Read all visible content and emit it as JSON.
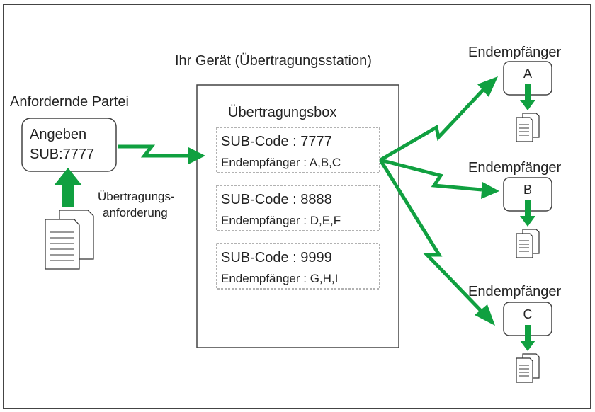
{
  "requesting_party": {
    "title": "Anfordernde Partei",
    "line1": "Angeben",
    "line2": "SUB:7777",
    "request_line1": "Übertragungs-",
    "request_line2": "anforderung"
  },
  "device": {
    "title": "Ihr Gerät (Übertragungsstation)",
    "box_title": "Übertragungsbox",
    "entries": [
      {
        "sub_code": "SUB-Code : 7777",
        "recipients": "Endempfänger : A,B,C"
      },
      {
        "sub_code": "SUB-Code : 8888",
        "recipients": "Endempfänger : D,E,F"
      },
      {
        "sub_code": "SUB-Code : 9999",
        "recipients": "Endempfänger : G,H,I"
      }
    ]
  },
  "recipients": [
    {
      "title": "Endempfänger",
      "letter": "A"
    },
    {
      "title": "Endempfänger",
      "letter": "B"
    },
    {
      "title": "Endempfänger",
      "letter": "C"
    }
  ],
  "colors": {
    "arrow": "#10a040",
    "border": "#444444"
  },
  "icons": [
    "document-stack-icon",
    "lightning-arrow-icon",
    "up-arrow-icon",
    "down-arrow-icon"
  ]
}
